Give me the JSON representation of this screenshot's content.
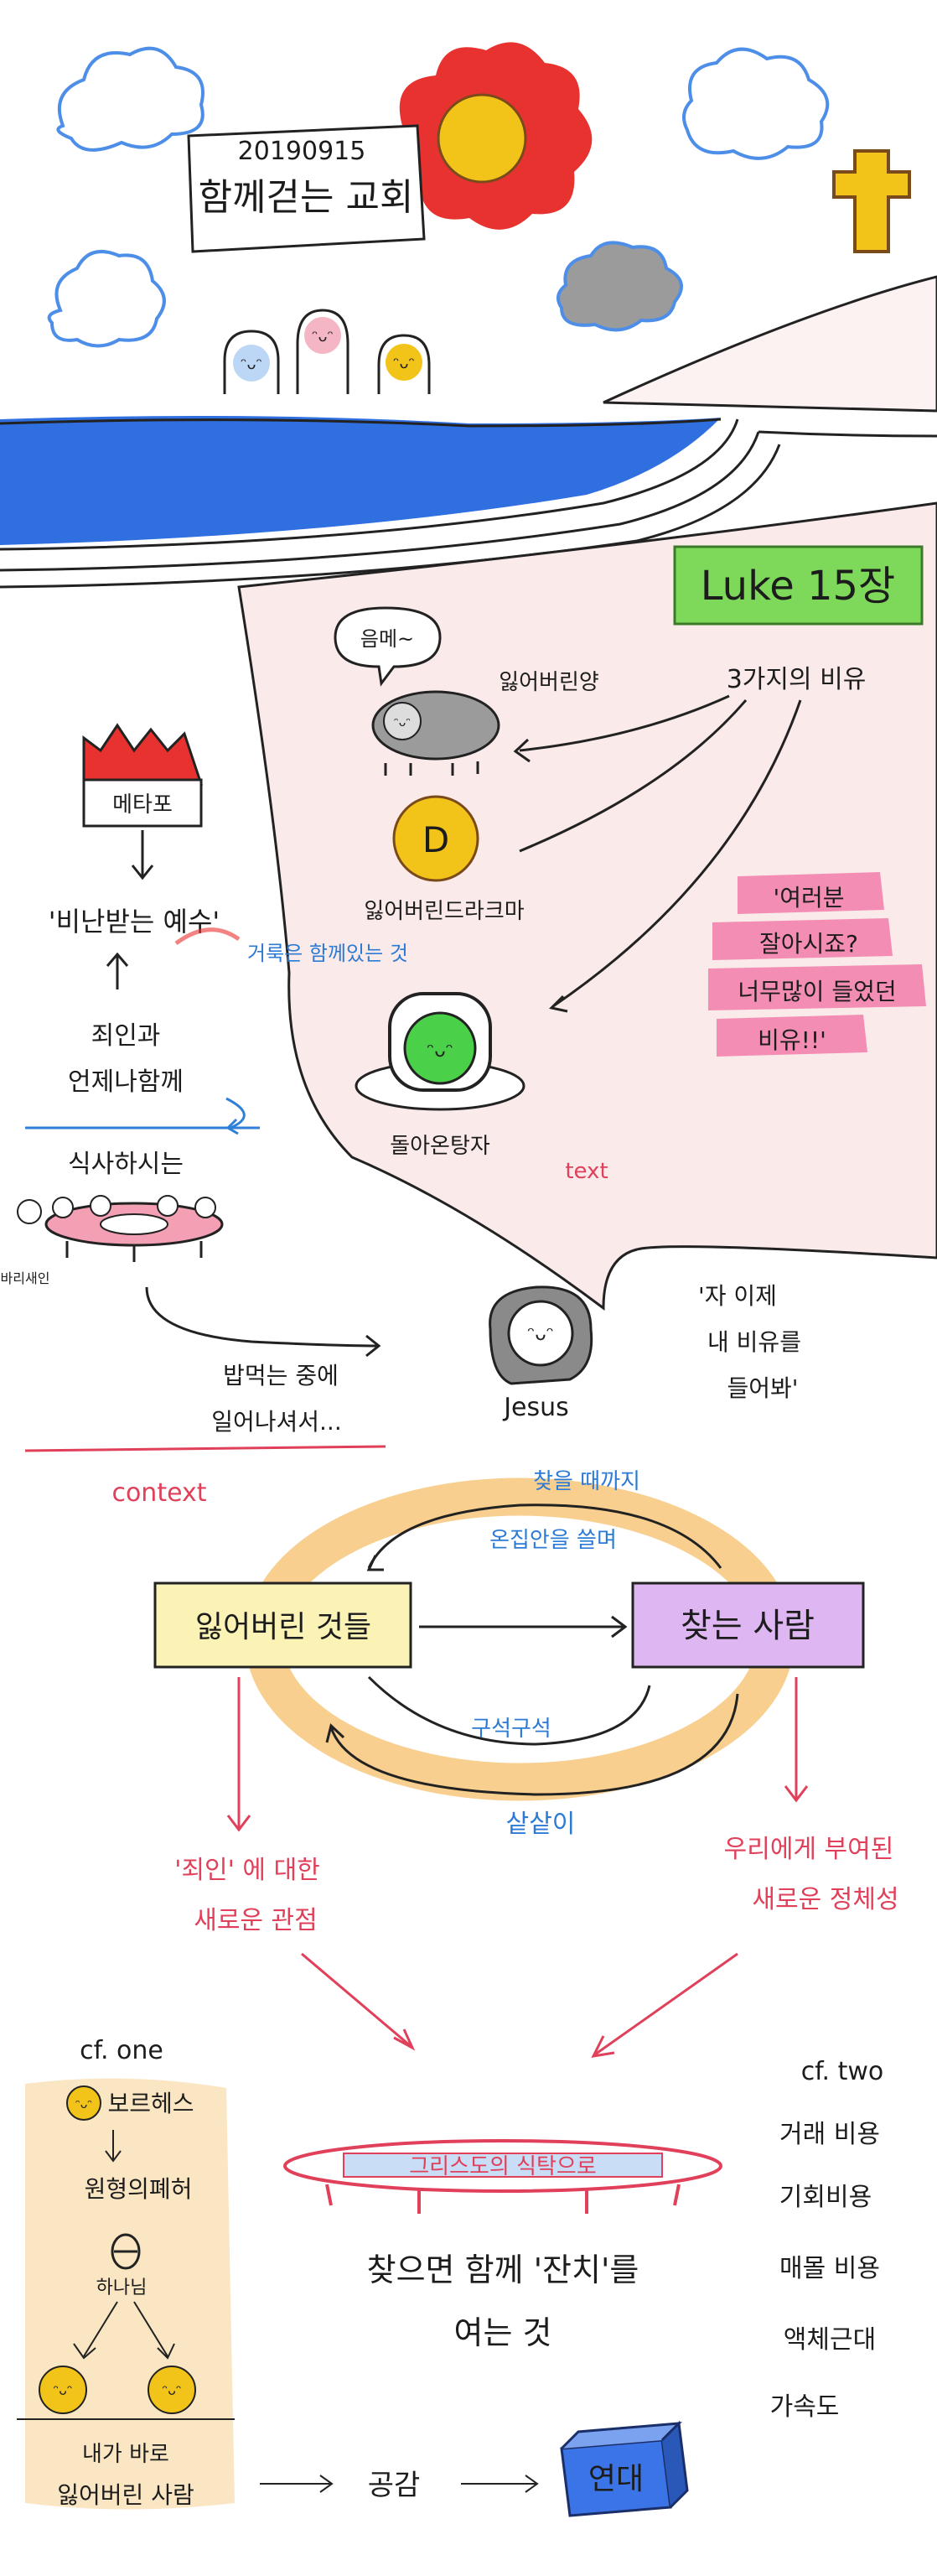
{
  "title": {
    "date": "20190915",
    "church": "함께걷는 교회"
  },
  "scripture": {
    "chapter": "Luke 15장",
    "subtitle": "3가지의 비유"
  },
  "parables": {
    "sheep_speech": "음메~",
    "sheep": "잃어버린양",
    "coin_symbol": "D",
    "coin": "잃어버린드라크마",
    "son": "돌아온탕자"
  },
  "left_story": {
    "flag": "메타포",
    "quote": "'비난받는 예수'",
    "holiness": "거룩은 함께있는 것",
    "sinners_line1": "죄인과",
    "sinners_line2": "언제나함께",
    "eating": "식사하시는",
    "pharisee": "바리새인",
    "during_meal_line1": "밥먹는 중에",
    "during_meal_line2": "일어나셔서..."
  },
  "jesus": {
    "name": "Jesus",
    "quote_line1": "'자 이제",
    "quote_line2": "내 비유를",
    "quote_line3": "들어봐'"
  },
  "labels": {
    "text": "text",
    "context": "context"
  },
  "pink_note": {
    "line1": "'여러분",
    "line2": "잘아시죠?",
    "line3": "너무많이 들었던",
    "line4": "비유!!'"
  },
  "cycle": {
    "lost": "잃어버린 것들",
    "seeker": "찾는 사람",
    "until_found": "찾을 때까지",
    "sweep": "온집안을 쓸며",
    "corners": "구석구석",
    "thoroughly": "샅샅이"
  },
  "outcomes": {
    "left_line1": "'죄인' 에 대한",
    "left_line2": "새로운 관점",
    "right_line1": "우리에게 부여된",
    "right_line2": "새로운 정체성"
  },
  "table": {
    "label": "그리스도의 식탁으로",
    "conclusion_line1": "찾으면 함께 '잔치'를",
    "conclusion_line2": "여는 것"
  },
  "cf_one": {
    "title": "cf. one",
    "borges": "보르헤스",
    "labyrinth": "원형의폐허",
    "god": "하나님",
    "me_line1": "내가 바로",
    "me_line2": "잃어버린 사람",
    "empathy": "공감",
    "solidarity": "연대"
  },
  "cf_two": {
    "title": "cf. two",
    "items": [
      "거래 비용",
      "기회비용",
      "매몰 비용",
      "액체근대",
      "가속도"
    ]
  },
  "colors": {
    "water": "#2f6fe0",
    "sun_petals": "#e8322f",
    "sun_core": "#f2c318",
    "cloud_blue": "#4d8ee8",
    "luke_box": "#7ed85a",
    "pink_note": "#f06ea0",
    "cycle_ring": "#f7c77a",
    "lost_box": "#fbf3b6",
    "seeker_box": "#ddb6f2",
    "solidarity_box": "#3b74e6"
  }
}
